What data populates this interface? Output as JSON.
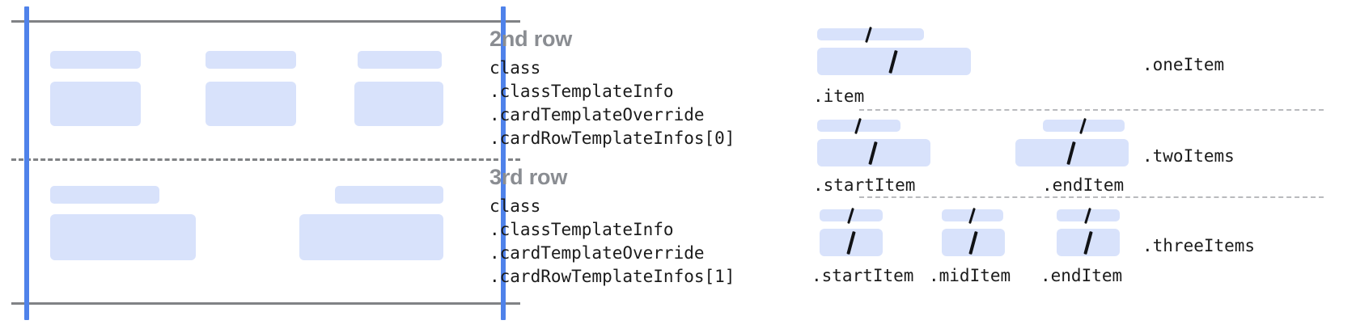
{
  "colors": {
    "placeholder": "#d8e2fb",
    "guide_blue": "#4f82ea",
    "rule_gray": "#808285",
    "dotted_gray": "#b9babd",
    "heading_gray": "#8a8d92",
    "mono_text": "#1b1b1b"
  },
  "left_panel": {
    "name": "card-preview",
    "guides": [
      "left-card-edge-guide",
      "right-card-edge-guide"
    ],
    "rules": [
      "card-top-rule",
      "row-divider-dashed",
      "card-bottom-rule"
    ],
    "rows": [
      {
        "name": "second-row-preview",
        "cells": [
          {
            "label_bar": "label-placeholder",
            "value_bar": "value-placeholder"
          },
          {
            "label_bar": "label-placeholder",
            "value_bar": "value-placeholder"
          },
          {
            "label_bar": "label-placeholder",
            "value_bar": "value-placeholder"
          }
        ]
      },
      {
        "name": "third-row-preview",
        "cells": [
          {
            "label_bar": "label-placeholder",
            "value_bar": "value-placeholder"
          },
          {
            "label_bar": "label-placeholder",
            "value_bar": "value-placeholder"
          }
        ]
      }
    ]
  },
  "annotations": [
    {
      "title": "2nd row",
      "lines": [
        "class",
        ".classTemplateInfo",
        ".cardTemplateOverride",
        ".cardRowTemplateInfos[0]"
      ]
    },
    {
      "title": "3rd row",
      "lines": [
        "class",
        ".classTemplateInfo",
        ".cardTemplateOverride",
        ".cardRowTemplateInfos[1]"
      ]
    }
  ],
  "variants": [
    {
      "name": "one-item-variant",
      "row_label": ".oneItem",
      "items": [
        {
          "caption": ".item"
        }
      ]
    },
    {
      "name": "two-items-variant",
      "row_label": ".twoItems",
      "items": [
        {
          "caption": ".startItem"
        },
        {
          "caption": ".endItem"
        }
      ]
    },
    {
      "name": "three-items-variant",
      "row_label": ".threeItems",
      "items": [
        {
          "caption": ".startItem"
        },
        {
          "caption": ".midItem"
        },
        {
          "caption": ".endItem"
        }
      ]
    }
  ],
  "glyphs": {
    "slash": "slash-mark-icon"
  }
}
